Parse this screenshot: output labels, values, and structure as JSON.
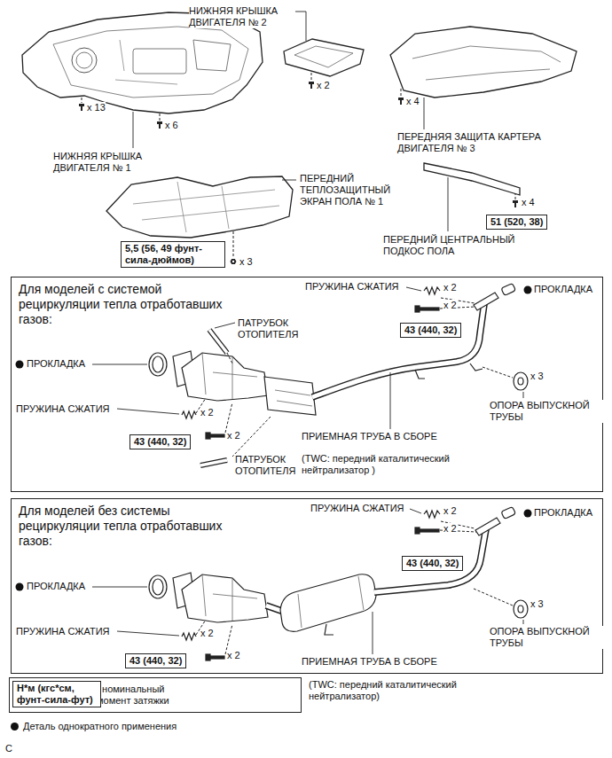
{
  "diagram": {
    "nodes": [
      {
        "text": [
          "5,5 (56, 49 фунт-сила-дюймов)"
        ]
      },
      {
        "text": [
          "51 (520, 38)"
        ]
      },
      {
        "text": [
          "Для моделей с системой рециркуляции тепла отработавших газов:"
        ]
      },
      {
        "text": [
          "43 (440, 32)"
        ],
        "in": 2
      },
      {
        "text": [
          "43 (440, 32)"
        ],
        "in": 2
      },
      {
        "text": [
          "Для моделей без системы рециркуляции тепла отработавших газов:"
        ]
      },
      {
        "text": [
          "43 (440, 32)"
        ],
        "in": 5
      },
      {
        "text": [
          "43 (440, 32)"
        ],
        "in": 5
      },
      {
        "text": [
          ": номинальный момент затяжки"
        ]
      },
      {
        "text": [
          "Н*м (кгс*см, фунт-сила-фут)"
        ],
        "in": 8
      }
    ],
    "labels": [
      "НИЖНЯЯ КРЫШКА ДВИГАТЕЛЯ № 2",
      "x 2",
      "x 13",
      "x 6",
      "НИЖНЯЯ КРЫШКА ДВИГАТЕЛЯ № 1",
      "x 4",
      "ПЕРЕДНЯЯ ЗАЩИТА КАРТЕРА ДВИГАТЕЛЯ № 3",
      "ПЕРЕДНИЙ ТЕПЛОЗАЩИТНЫЙ ЭКРАН ПОЛА № 1",
      "x 4",
      "x 3",
      "ПЕРЕДНИЙ ЦЕНТРАЛЬНЫЙ ПОДКОС ПОЛА",
      "ПРУЖИНА СЖАТИЯ",
      "x 2",
      "x 2",
      "ПРОКЛАДКА",
      "ПАТРУБОК ОТОПИТЕЛЯ",
      "ПРОКЛАДКА",
      "ПРУЖИНА СЖАТИЯ",
      "x 2",
      "x 2",
      "x 3",
      "ОПОРА ВЫПУСКНОЙ ТРУБЫ",
      "ПРИЕМНАЯ ТРУБА В СБОРЕ",
      "ПАТРУБОК ОТОПИТЕЛЯ",
      "(TWC: передний каталитический нейтрализатор )",
      "ПРУЖИНА СЖАТИЯ",
      "x 2",
      "x 2",
      "ПРОКЛАДКА",
      "ПРОКЛАДКА",
      "x 3",
      "ОПОРА ВЫПУСКНОЙ ТРУБЫ",
      "ПРУЖИНА СЖАТИЯ",
      "x 2",
      "x 2",
      "ПРИЕМНАЯ ТРУБА В СБОРЕ",
      "(TWC: передний каталитический нейтрализатор)",
      "C"
    ],
    "legend": [
      {
        "text": "Деталь однократного применения"
      }
    ]
  }
}
